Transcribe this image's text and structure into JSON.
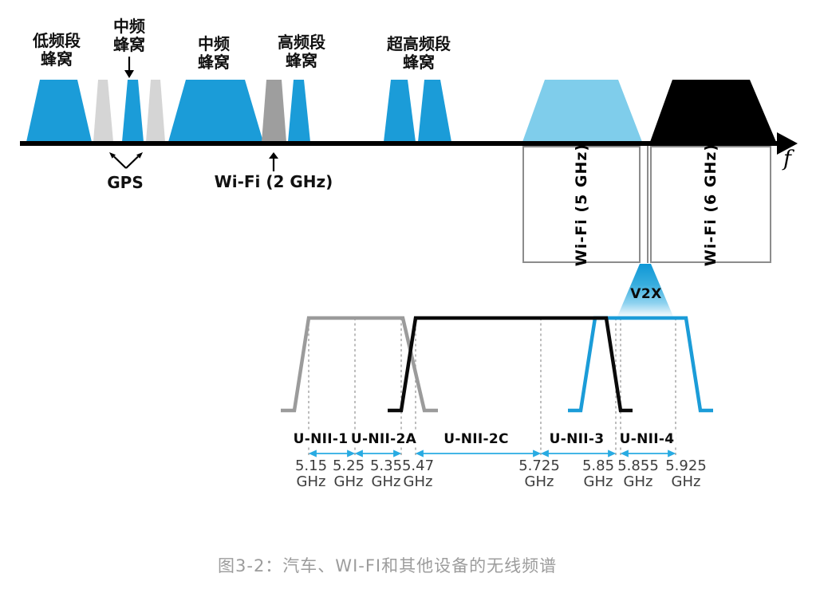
{
  "colors": {
    "cellular_blue": "#1B9CD8",
    "wifi5_light_blue": "#7FCDEB",
    "gps_light_gray": "#D5D5D5",
    "wifi2_mid_gray": "#9E9E9E",
    "wifi6_black": "#000000",
    "box_border_gray": "#8C8C8C",
    "outline_gray": "#9B9B9B",
    "span_arrow_blue": "#29ABE2",
    "caption_gray": "#9C9C9C"
  },
  "top_labels": {
    "low_band": {
      "line1": "低频段",
      "line2": "蜂窝"
    },
    "mid_band_small": {
      "line1": "中频",
      "line2": "蜂窝"
    },
    "mid_band": {
      "line1": "中频",
      "line2": "蜂窝"
    },
    "high_band": {
      "line1": "高频段",
      "line2": "蜂窝"
    },
    "ultra_high_band": {
      "line1": "超高频段",
      "line2": "蜂窝"
    },
    "gps": "GPS",
    "wifi_2ghz": "Wi-Fi (2 GHz)"
  },
  "axis": {
    "f_label": "f"
  },
  "wifi_boxes": {
    "wifi5": "Wi-Fi (5 GHz)",
    "wifi6": "Wi-Fi (6 GHz)"
  },
  "v2x": {
    "label": "V2X"
  },
  "unii": {
    "bands": [
      {
        "name": "U-NII-1",
        "range": [
          "5.15",
          "5.25"
        ]
      },
      {
        "name": "U-NII-2A",
        "range": [
          "5.25",
          "5.35"
        ]
      },
      {
        "name": "U-NII-2C",
        "range": [
          "5.47",
          "5.725"
        ]
      },
      {
        "name": "U-NII-3",
        "range": [
          "5.725",
          "5.85"
        ]
      },
      {
        "name": "U-NII-4",
        "range": [
          "5.855",
          "5.925"
        ]
      }
    ],
    "freqs": [
      {
        "value": "5.15",
        "unit": "GHz"
      },
      {
        "value": "5.25",
        "unit": "GHz"
      },
      {
        "value": "5.35",
        "unit": "GHz"
      },
      {
        "value": "5.47",
        "unit": "GHz"
      },
      {
        "value": "5.725",
        "unit": "GHz"
      },
      {
        "value": "5.85",
        "unit": "GHz"
      },
      {
        "value": "5.855",
        "unit": "GHz"
      },
      {
        "value": "5.925",
        "unit": "GHz"
      }
    ]
  },
  "caption": "图3-2：汽车、WI-FI和其他设备的无线频谱"
}
